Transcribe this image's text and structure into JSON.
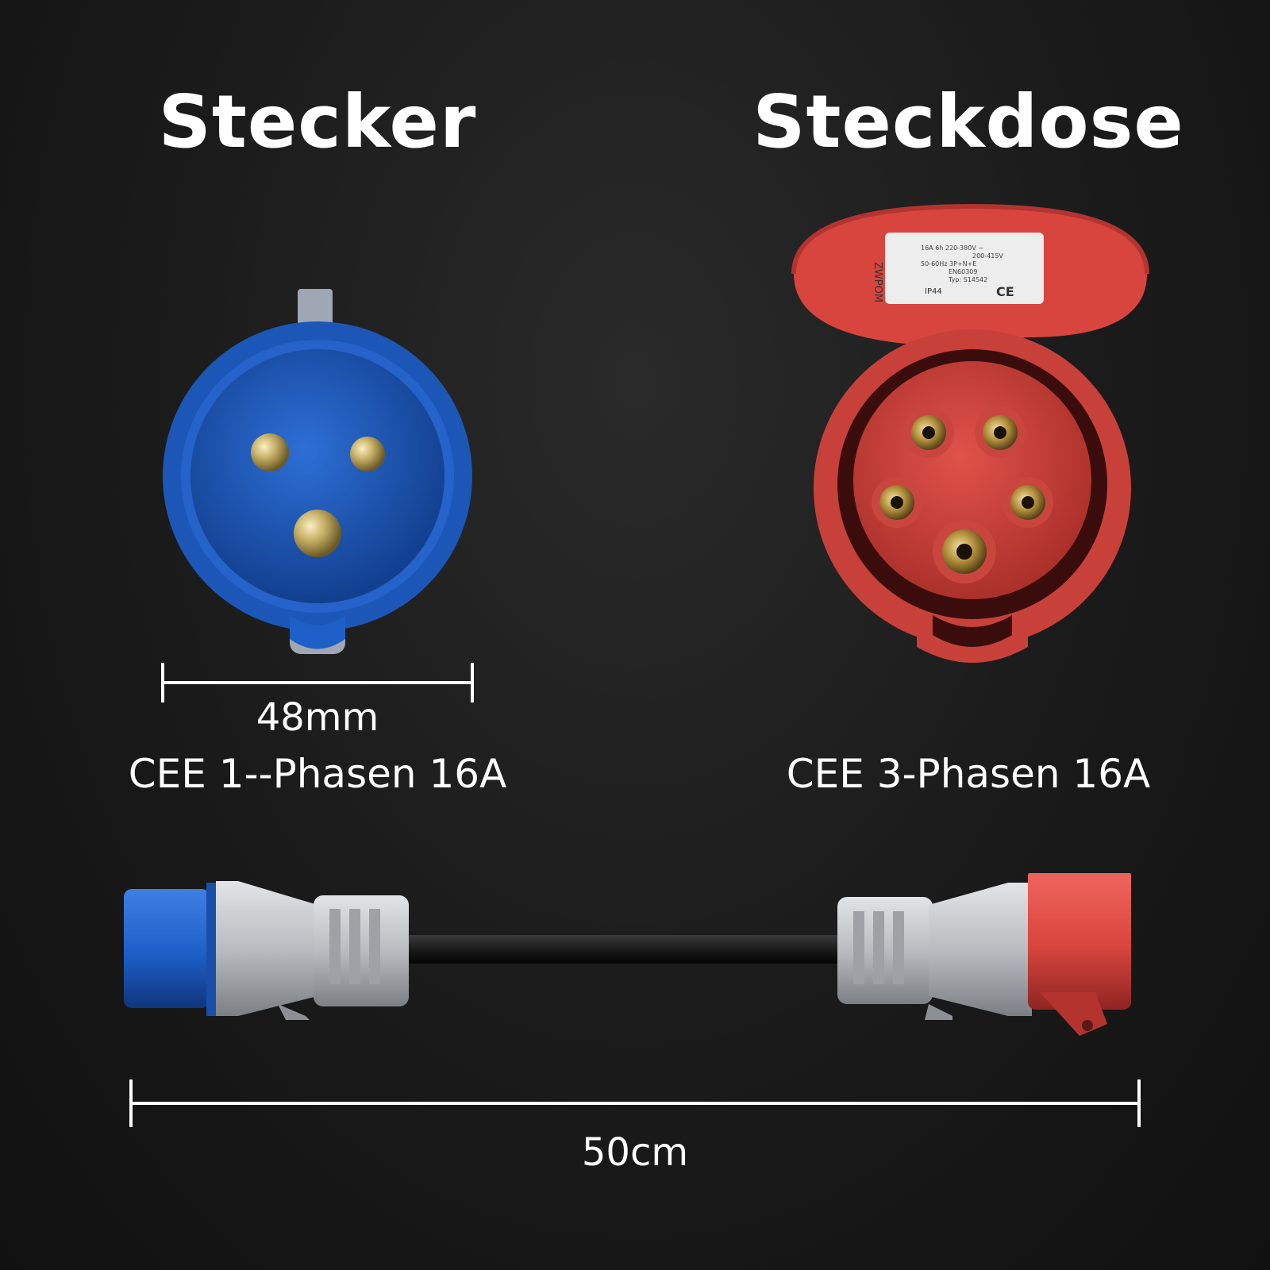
{
  "headings": {
    "left": "Stecker",
    "right": "Steckdose"
  },
  "captions": {
    "left": "CEE 1--Phasen 16A",
    "right": "CEE 3-Phasen 16A"
  },
  "measurements": {
    "plug_diameter": "48mm",
    "cable_length": "50cm"
  },
  "socket_lid_label": {
    "brand": "ZWPOM",
    "lines": [
      "16A 6h  220-380V ~",
      "200-415V",
      "50-60Hz 3P+N+E",
      "EN60309",
      "Typ: S14542"
    ],
    "rating": "IP44",
    "mark": "CE"
  },
  "colors": {
    "plug_blue": "#1d5fc7",
    "socket_red": "#d8453e",
    "pin_brass": "#c8b26a",
    "housing_grey": "#b9bcc0",
    "cable_black": "#1b1b1b"
  }
}
